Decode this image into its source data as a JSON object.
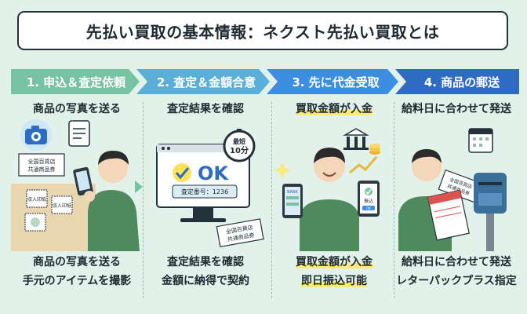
{
  "title": "先払い買取の基本情報：ネクスト先払い買取とは",
  "steps": [
    {
      "label": "1. 申込＆査定依頼",
      "color": "#76c2a2"
    },
    {
      "label": "2. 査定＆金額合意",
      "color": "#5aaed7"
    },
    {
      "label": "3. 先に代金受取",
      "color": "#3c8ee0"
    },
    {
      "label": "4. 商品の郵送",
      "color": "#2e6cc4"
    }
  ],
  "panels": [
    {
      "subtitle": "商品の写真を送る",
      "caption_1": "商品の写真を送る",
      "caption_2": "手元のアイテムを撮影",
      "voucher_1": "全国百貨店",
      "voucher_2": "共通商品券",
      "card_a": "収入印紙",
      "card_b": "収入印紙"
    },
    {
      "subtitle": "査定結果を確認",
      "caption_1": "査定結果を確認",
      "caption_2": "金額に納得で契約",
      "ok_text": "OK",
      "assess_no": "査定番号：1236",
      "badge_1": "最短",
      "badge_2": "10分",
      "voucher_1": "全国百貨店",
      "voucher_2": "共通商品券"
    },
    {
      "subtitle": "買取金額が入金",
      "caption_1": "買取金額が入金",
      "caption_2": "即日振込可能",
      "bank_label": "BANK",
      "transfer_label": "振込",
      "ok_label": "OK"
    },
    {
      "subtitle": "給料日に合わせて発送",
      "caption_1": "給料日に合わせて発送",
      "caption_2": "レターパックプラス指定",
      "voucher_1": "全国百貨店",
      "voucher_2": "共通商品券"
    }
  ],
  "colors": {
    "bg": "#e2f1ea",
    "highlight": "#fbe97a",
    "ink": "#1e2a30",
    "figure": "#4f8a5e"
  },
  "icons": [
    "camera-icon",
    "document-icon",
    "stopwatch-icon",
    "bank-icon",
    "coins-icon",
    "calendar-icon",
    "mailbox-icon"
  ]
}
